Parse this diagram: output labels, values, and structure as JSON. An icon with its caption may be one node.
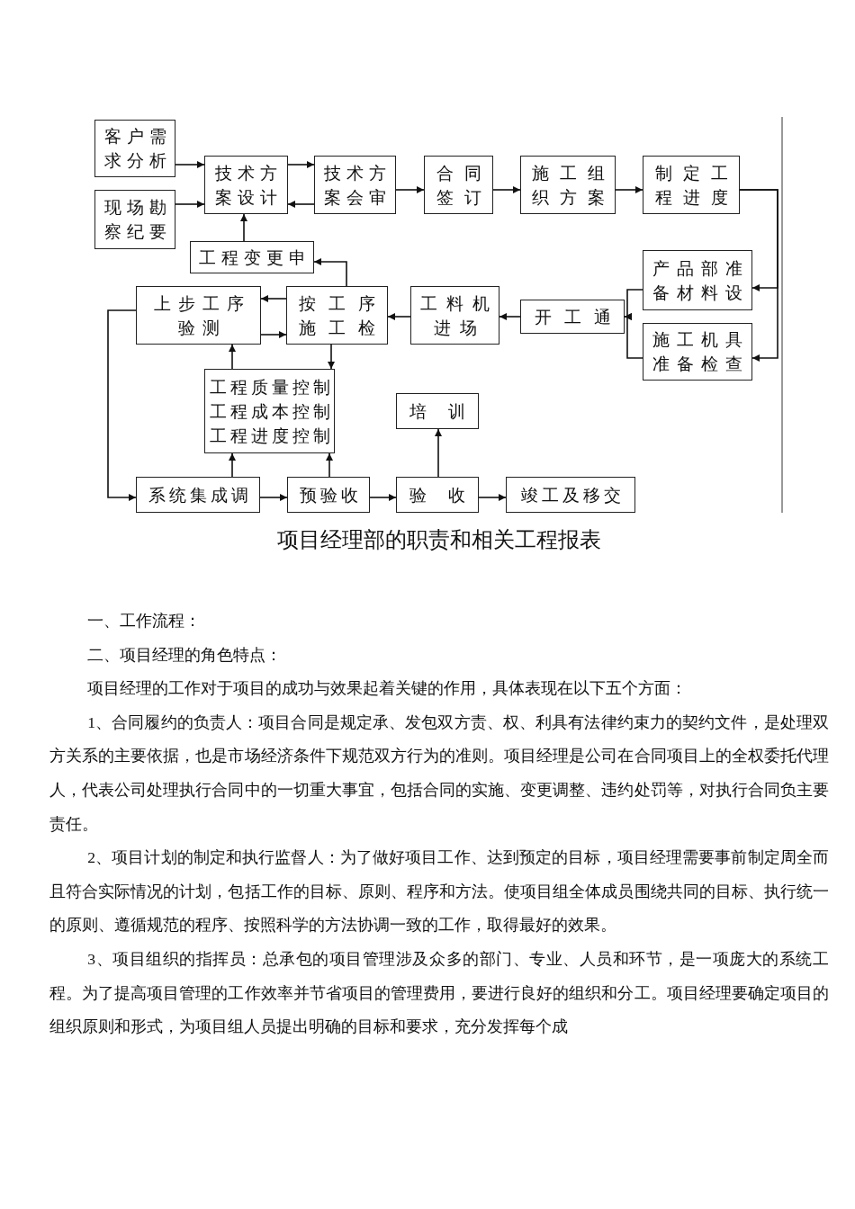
{
  "diagram": {
    "caption": "项目经理部的职责和相关工程报表",
    "nodes": [
      {
        "text": [
          "客户需求分析"
        ]
      },
      {
        "text": [
          "现场勘察纪要"
        ]
      },
      {
        "text": [
          "技术方案设计"
        ]
      },
      {
        "text": [
          "技术方案会审"
        ]
      },
      {
        "text": [
          "合同签订"
        ]
      },
      {
        "text": [
          "施工组织方案"
        ]
      },
      {
        "text": [
          "制定工程进度"
        ]
      },
      {
        "text": [
          "工程变更申"
        ]
      },
      {
        "text": [
          "产品部准备材料设"
        ]
      },
      {
        "text": [
          "施工机具准备检查"
        ]
      },
      {
        "text": [
          "开工通"
        ]
      },
      {
        "text": [
          "工料机进场"
        ]
      },
      {
        "text": [
          "按工序施工检"
        ]
      },
      {
        "text": [
          "上步工序验测"
        ]
      },
      {
        "text": [
          "工程质量控制",
          "工程成本控制",
          "工程进度控制"
        ]
      },
      {
        "text": [
          "培训"
        ]
      },
      {
        "text": [
          "系统集成调"
        ]
      },
      {
        "text": [
          "预验收"
        ]
      },
      {
        "text": [
          "验收"
        ]
      },
      {
        "text": [
          "竣工及移交"
        ]
      }
    ],
    "edges": [
      {
        "from": 0,
        "to": 2,
        "arrow": "to"
      },
      {
        "from": 1,
        "to": 2,
        "arrow": "to"
      },
      {
        "from": 2,
        "to": 3,
        "arrow": "to"
      },
      {
        "from": 3,
        "to": 2,
        "arrow": "to"
      },
      {
        "from": 3,
        "to": 4,
        "arrow": "to"
      },
      {
        "from": 4,
        "to": 5,
        "arrow": "to"
      },
      {
        "from": 5,
        "to": 6,
        "arrow": "to"
      },
      {
        "from": 6,
        "to": 8,
        "arrow": "to"
      },
      {
        "from": 6,
        "to": 9,
        "arrow": "to"
      },
      {
        "from": 8,
        "to": 10,
        "arrow": "to"
      },
      {
        "from": 9,
        "to": 10,
        "arrow": "to"
      },
      {
        "from": 10,
        "to": 11,
        "arrow": "to"
      },
      {
        "from": 11,
        "to": 12,
        "arrow": "to"
      },
      {
        "from": 12,
        "to": 13,
        "arrow": "to"
      },
      {
        "from": 13,
        "to": 12,
        "arrow": "to"
      },
      {
        "from": 12,
        "to": 7,
        "arrow": "to"
      },
      {
        "from": 7,
        "to": 2,
        "arrow": "to"
      },
      {
        "from": 12,
        "to": 14,
        "arrow": "to"
      },
      {
        "from": 14,
        "to": 13,
        "arrow": "to"
      },
      {
        "from": 13,
        "to": 16,
        "arrow": "to"
      },
      {
        "from": 16,
        "to": 14,
        "arrow": "to"
      },
      {
        "from": 17,
        "to": 14,
        "arrow": "to"
      },
      {
        "from": 16,
        "to": 17,
        "arrow": "to"
      },
      {
        "from": 17,
        "to": 18,
        "arrow": "to"
      },
      {
        "from": 18,
        "to": 15,
        "arrow": "to"
      },
      {
        "from": 18,
        "to": 19,
        "arrow": "to"
      }
    ],
    "labels": [
      "一、工作流程：",
      "二、项目经理的角色特点：",
      "项目经理的工作对于项目的成功与效果起着关键的作用，具体表现在以下五个方面：",
      "1、合同履约的负责人：项目合同是规定承、发包双方责、权、利具有法律约束力的契约文件，是处理双方关系的主要依据，也是市场经济条件下规范双方行为的准则。项目经理是公司在合同项目上的全权委托代理人，代表公司处理执行合同中的一切重大事宜，包括合同的实施、变更调整、违约处罚等，对执行合同负主要责任。",
      "2、项目计划的制定和执行监督人：为了做好项目工作、达到预定的目标，项目经理需要事前制定周全而且符合实际情况的计划，包括工作的目标、原则、程序和方法。使项目组全体成员围绕共同的目标、执行统一的原则、遵循规范的程序、按照科学的方法协调一致的工作，取得最好的效果。",
      "3、项目组织的指挥员：总承包的项目管理涉及众多的部门、专业、人员和环节，是一项庞大的系统工程。为了提高项目管理的工作效率并节省项目的管理费用，要进行良好的组织和分工。项目经理要确定项目的组织原则和形式，为项目组人员提出明确的目标和要求，充分发挥每个成"
    ]
  }
}
